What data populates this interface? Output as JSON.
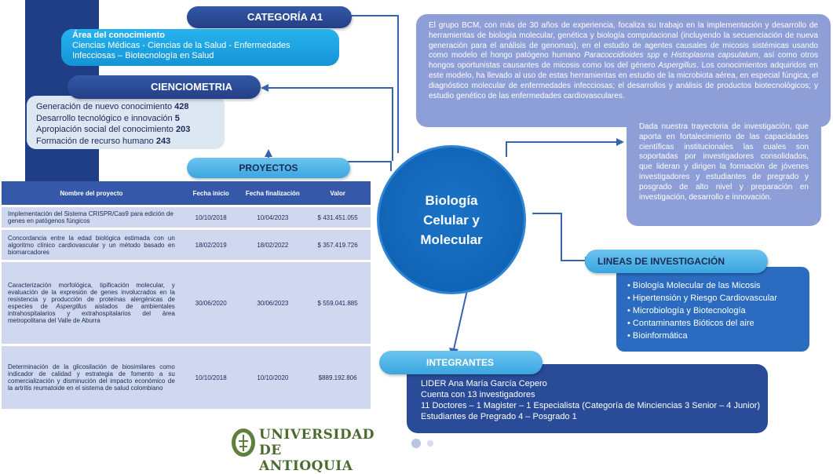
{
  "colors": {
    "navy": "#1f3e86",
    "cyan": "#1594d6",
    "lavender": "#8e9fd8",
    "circle": "#0c5eae"
  },
  "categoria": {
    "label": "CATEGORÍA A1"
  },
  "area": {
    "title": "Área del conocimiento",
    "text": "Ciencias Médicas - Ciencias de la Salud - Enfermedades Infecciosas – Biotecnología en Salud"
  },
  "cienciometria": {
    "label": "CIENCIOMETRIA",
    "items": [
      {
        "text": "Generación de nuevo conocimiento",
        "value": "428"
      },
      {
        "text": "Desarrollo tecnológico e innovación",
        "value": "5"
      },
      {
        "text": "Apropiación social del conocimiento",
        "value": "203"
      },
      {
        "text": "Formación de recurso humano",
        "value": "243"
      }
    ]
  },
  "proyectos": {
    "label": "PROYECTOS",
    "headers": [
      "Nombre del proyecto",
      "Fecha inicio",
      "Fecha finalización",
      "Valor"
    ],
    "rows": [
      {
        "name": "Implementación del Sistema CRISPR/Cas9 para edición de genes en patógenos fúngicos",
        "start": "10/10/2018",
        "end": "10/04/2023",
        "value": "$ 431.451.055"
      },
      {
        "name": "Concordancia entre la edad biológica estimada con un algoritmo clínico cardiovascular y un método basado en biomarcadores",
        "start": "18/02/2019",
        "end": "18/02/2022",
        "value": "$ 357.419.726"
      },
      {
        "name_before": "Caracterización morfológica, tipificación molecular, y evaluación de la expresión de genes involucrados en la resistencia y producción de proteínas alergénicas de especies de ",
        "name_italic": "Aspergillus",
        "name_after": " aislados de ambientales intrahospitalarios y extrahospitalarios del área metropolitana del Valle de Aburra",
        "start": "30/06/2020",
        "end": "30/06/2023",
        "value": "$ 559.041.885"
      },
      {
        "name": "Determinación de la glicosilación de biosimilares como indicador de calidad y estrategia de fomento a su comercialización y disminución del impacto económico de la artritis reumatoide en el sistema de salud colombiano",
        "start": "10/10/2018",
        "end": "10/10/2020",
        "value": "$889.192.806"
      }
    ]
  },
  "center": {
    "line1": "Biología",
    "line2": "Celular y",
    "line3": "Molecular"
  },
  "description": {
    "p1": "El grupo BCM, con más de 30 años de experiencia, focaliza su trabajo en la implementación y desarrollo de herramientas de biología molecular, genética y biología computacional (incluyendo la secuenciación de nueva generación para el análisis de genomas), en el estudio de agentes causales de micosis sistémicas usando como modelo el hongo patógeno humano ",
    "p1_italic1": "Paracoccidioides spp",
    "p1_mid": " e ",
    "p1_italic2": "Histoplasma capsulatum",
    "p1_mid2": ", así como otros hongos oportunistas causantes de micosis como los del género ",
    "p1_italic3": "Aspergillus",
    "p1_end": ". Los conocimientos adquiridos en este modelo, ha llevado al uso de estas herramientas en estudio de la microbiota aérea, en especial fúngica; el diagnóstico molecular de enfermedades infecciosas; el desarrollos y análisis de productos biotecnológicos; y estudio genético de las enfermedades cardiovasculares."
  },
  "trayectoria": {
    "text": "Dada nuestra trayectoria de investigación, que aporta en fortalecimiento de las capacidades científicas institucionales las cuales son soportadas por investigadores consolidados, que lideran y dirigen la formación de jóvenes investigadores y estudiantes de pregrado y posgrado de alto nivel y preparación en investigación, desarrollo e innovación."
  },
  "lineas": {
    "label": "LINEAS DE INVESTIGACIÓN",
    "items": [
      "Biología Molecular de las Micosis",
      "Hipertensión y Riesgo Cardiovascular",
      "Microbiología y Biotecnología",
      "Contaminantes Bióticos del aire",
      "Bioinformática"
    ]
  },
  "integrantes": {
    "label": "INTEGRANTES",
    "lines": [
      "LIDER Ana María García Cepero",
      "Cuenta con 13 investigadores",
      "11 Doctores – 1 Magister – 1 Especialista (Categoría de Minciencias 3 Senior – 4 Junior)",
      "Estudiantes de Pregrado 4 – Posgrado 1"
    ]
  },
  "logo": {
    "line1": "UNIVERSIDAD",
    "line2": "DE ANTIOQUIA"
  }
}
